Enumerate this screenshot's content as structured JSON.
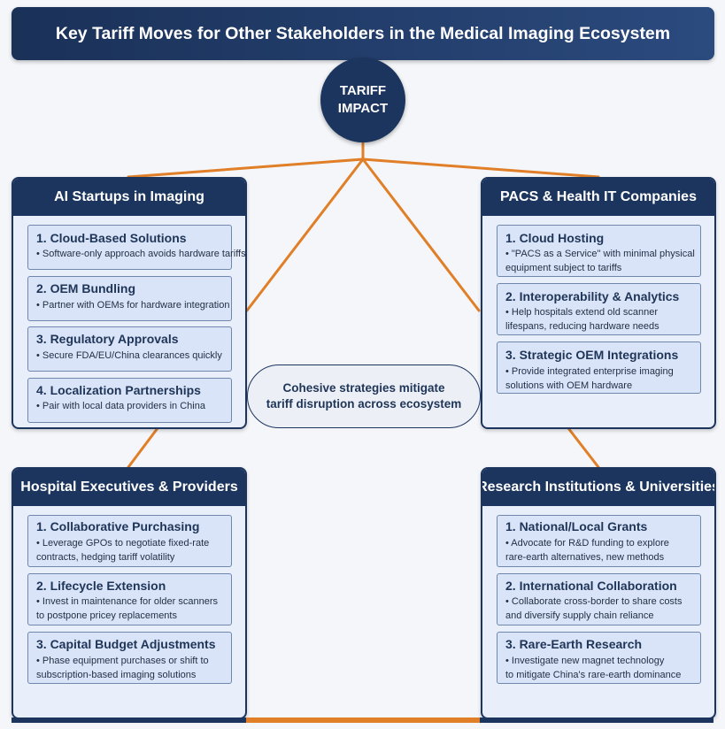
{
  "title": "Key Tariff Moves for Other Stakeholders in the Medical Imaging Ecosystem",
  "hub": {
    "line1": "TARIFF",
    "line2": "IMPACT"
  },
  "center_note": {
    "line1": "Cohesive strategies mitigate",
    "line2": "tariff disruption across ecosystem"
  },
  "colors": {
    "navy": "#1c355e",
    "connector": "#e07f28",
    "panel_bg": "#e8effb",
    "card_bg": "#d9e4f8"
  },
  "panels": {
    "ai": {
      "heading": "AI Startups in Imaging",
      "items": [
        {
          "title": "1. Cloud-Based Solutions",
          "desc": [
            "• Software-only approach avoids hardware tariffs"
          ]
        },
        {
          "title": "2. OEM Bundling",
          "desc": [
            "• Partner with OEMs for hardware integration"
          ]
        },
        {
          "title": "3. Regulatory Approvals",
          "desc": [
            "• Secure FDA/EU/China clearances quickly"
          ]
        },
        {
          "title": "4. Localization Partnerships",
          "desc": [
            "• Pair with local data providers in China"
          ]
        }
      ]
    },
    "pacs": {
      "heading": "PACS & Health IT Companies",
      "items": [
        {
          "title": "1. Cloud Hosting",
          "desc": [
            "• \"PACS as a Service\" with minimal physical",
            "equipment subject to tariffs"
          ]
        },
        {
          "title": "2. Interoperability & Analytics",
          "desc": [
            "• Help hospitals extend old scanner",
            "lifespans, reducing hardware needs"
          ]
        },
        {
          "title": "3. Strategic OEM Integrations",
          "desc": [
            "• Provide integrated enterprise imaging",
            "solutions with OEM hardware"
          ]
        }
      ]
    },
    "hospital": {
      "heading": "Hospital Executives & Providers",
      "items": [
        {
          "title": "1. Collaborative Purchasing",
          "desc": [
            "• Leverage GPOs to negotiate fixed-rate",
            "contracts, hedging tariff volatility"
          ]
        },
        {
          "title": "2. Lifecycle Extension",
          "desc": [
            "• Invest in maintenance for older scanners",
            "to postpone pricey replacements"
          ]
        },
        {
          "title": "3. Capital Budget Adjustments",
          "desc": [
            "• Phase equipment purchases or shift to",
            "subscription-based imaging solutions"
          ]
        }
      ]
    },
    "research": {
      "heading": "Research Institutions & Universities",
      "items": [
        {
          "title": "1. National/Local Grants",
          "desc": [
            "• Advocate for R&D funding to explore",
            "rare-earth alternatives, new methods"
          ]
        },
        {
          "title": "2. International Collaboration",
          "desc": [
            "• Collaborate cross-border to share costs",
            "and diversify supply chain reliance"
          ]
        },
        {
          "title": "3. Rare-Earth Research",
          "desc": [
            "• Investigate new magnet technology",
            "to mitigate China's rare-earth dominance"
          ]
        }
      ]
    }
  }
}
